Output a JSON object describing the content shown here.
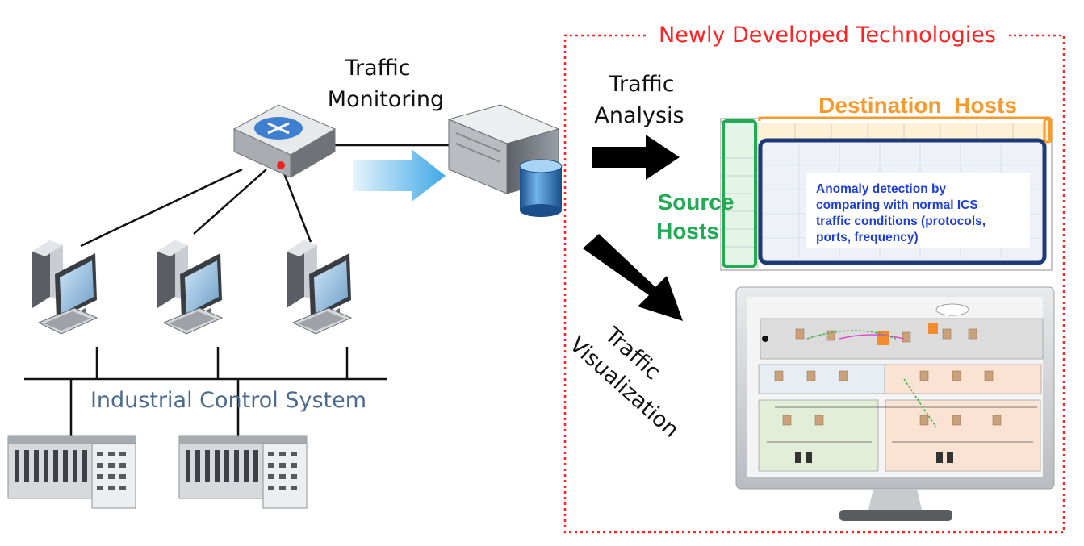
{
  "new_tech": {
    "title": "Newly Developed Technologies",
    "border_color": "#ff2222"
  },
  "monitoring": {
    "line1": "Traffic",
    "line2": "Monitoring"
  },
  "analysis": {
    "line1": "Traffic",
    "line2": "Analysis"
  },
  "visualization": {
    "line1": "Traffic",
    "line2": "Visualization"
  },
  "ics": {
    "label": "Industrial Control System",
    "color": "#4a6a8c"
  },
  "matrix": {
    "destination_label": "Destination  Hosts",
    "destination_color": "#f79a2e",
    "source_line1": "Source",
    "source_line2": "Hosts",
    "source_color": "#22aa55",
    "anomaly_lines": [
      "Anomaly detection by",
      "comparing with normal ICS",
      "traffic conditions (protocols,",
      "ports, frequency)"
    ],
    "anomaly_color": "#1f3fd6"
  }
}
